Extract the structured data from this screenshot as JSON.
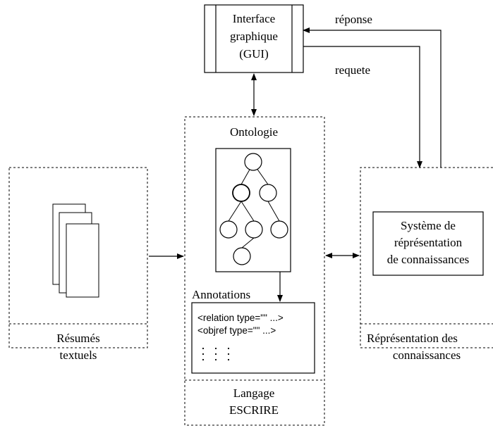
{
  "gui": {
    "line1": "Interface",
    "line2": "graphique",
    "line3": "(GUI)"
  },
  "flows": {
    "response": "réponse",
    "request": "requete"
  },
  "center": {
    "ontology_title": "Ontologie",
    "annotations_title": "Annotations",
    "code_line1": "<relation type=\"\" ...>",
    "code_line2": "<objref type=\"\" ...>",
    "code_dots": "⋮ ⋮ ⋮",
    "footer_line1": "Langage",
    "footer_line2": "ESCRIRE"
  },
  "left": {
    "footer_line1": "Résumés",
    "footer_line2": "textuels"
  },
  "right": {
    "system_line1": "Système de",
    "system_line2": "réprésentation",
    "system_line3": "de connaissances",
    "footer_line1": "Réprésentation des",
    "footer_line2": "connaissances"
  }
}
